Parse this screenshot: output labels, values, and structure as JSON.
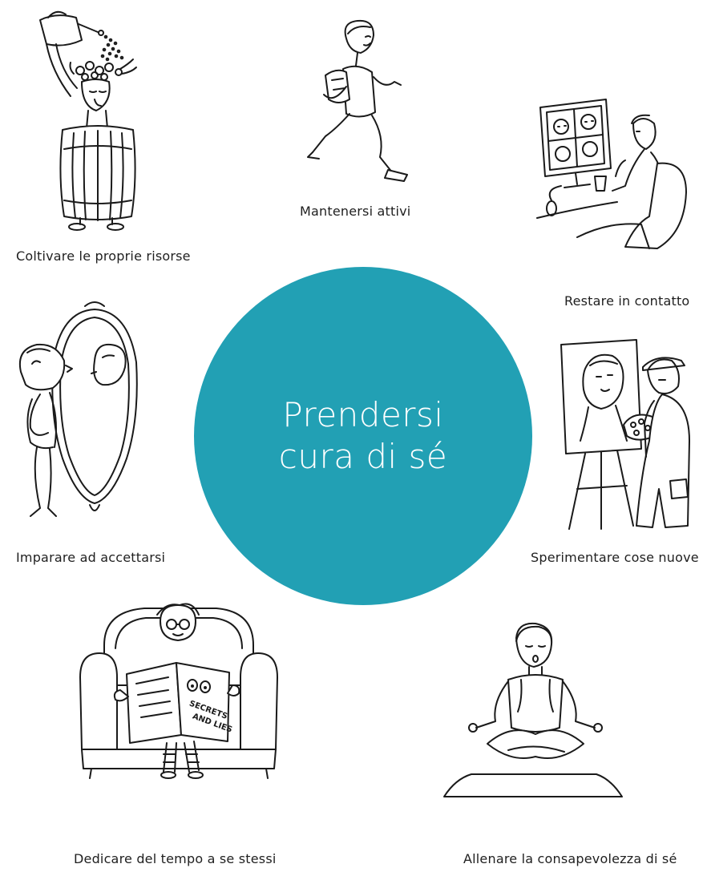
{
  "center": {
    "line1": "Prendersi",
    "line2": "cura di sé",
    "color": "#22a0b4"
  },
  "items": [
    {
      "label": "Coltivare le proprie risorse",
      "icon": "watering-head-barrel-icon"
    },
    {
      "label": "Mantenersi attivi",
      "icon": "running-person-icon"
    },
    {
      "label": "Restare in contatto",
      "icon": "video-call-icon"
    },
    {
      "label": "Imparare ad accettarsi",
      "icon": "mirror-reflection-icon"
    },
    {
      "label": "Sperimentare cose nuove",
      "icon": "painter-easel-icon"
    },
    {
      "label": "Dedicare del tempo a se stessi",
      "icon": "reading-armchair-icon"
    },
    {
      "label": "Allenare la consapevolezza di sé",
      "icon": "meditation-icon"
    }
  ],
  "book_cover": [
    "SECRETS",
    "AND LIES"
  ]
}
